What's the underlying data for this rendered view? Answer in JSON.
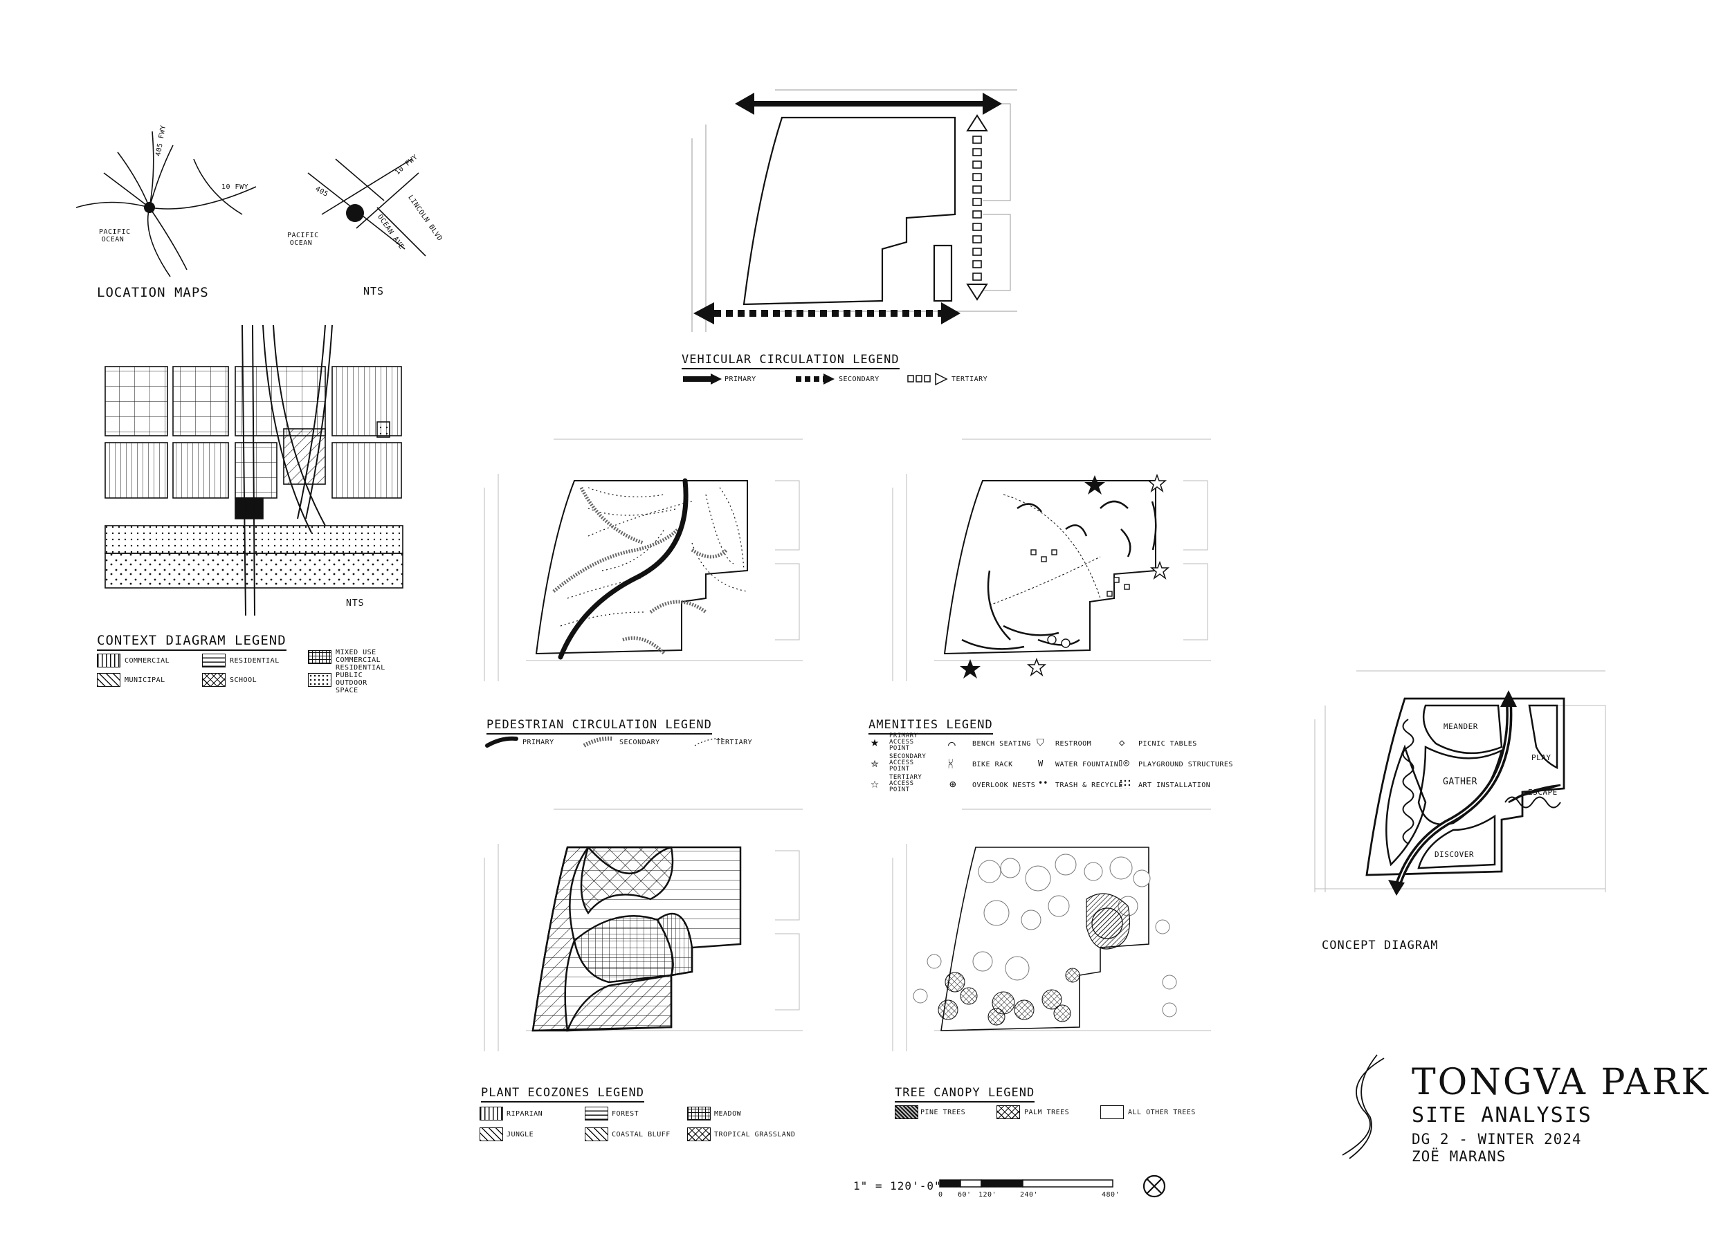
{
  "location": {
    "title": "LOCATION MAPS",
    "nts": "NTS",
    "map1": {
      "road_a": "405 FWY",
      "road_b": "10 FWY",
      "ocean": "PACIFIC OCEAN"
    },
    "map2": {
      "road_a": "10 FWY",
      "road_b": "405",
      "road_c": "LINCOLN BLVD",
      "road_d": "OCEAN AVE",
      "ocean": "PACIFIC OCEAN"
    }
  },
  "context": {
    "nts": "NTS",
    "legend_title": "CONTEXT DIAGRAM LEGEND",
    "items": [
      {
        "label": "COMMERCIAL",
        "pattern": "vert"
      },
      {
        "label": "RESIDENTIAL",
        "pattern": "horiz"
      },
      {
        "label": "MIXED USE COMMERCIAL RESIDENTIAL",
        "pattern": "mixed"
      },
      {
        "label": "MUNICIPAL",
        "pattern": "diag"
      },
      {
        "label": "SCHOOL",
        "pattern": "cross"
      },
      {
        "label": "PUBLIC OUTDOOR SPACE",
        "pattern": "dots"
      }
    ]
  },
  "vehicular": {
    "legend_title": "VEHICULAR CIRCULATION LEGEND",
    "items": [
      "PRIMARY",
      "SECONDARY",
      "TERTIARY"
    ]
  },
  "pedestrian": {
    "legend_title": "PEDESTRIAN CIRCULATION LEGEND",
    "items": [
      "PRIMARY",
      "SECONDARY",
      "TERTIARY"
    ]
  },
  "amenities": {
    "legend_title": "AMENITIES LEGEND",
    "items": [
      "PRIMARY ACCESS POINT",
      "SECONDARY ACCESS POINT",
      "TERTIARY ACCESS POINT",
      "BENCH SEATING",
      "BIKE RACK",
      "OVERLOOK NESTS",
      "RESTROOM",
      "WATER FOUNTAIN",
      "TRASH & RECYCLE",
      "PICNIC TABLES",
      "PLAYGROUND STRUCTURES",
      "ART INSTALLATION"
    ],
    "water_symbol": "W"
  },
  "plant": {
    "legend_title": "PLANT ECOZONES LEGEND",
    "items": [
      {
        "label": "RIPARIAN",
        "pattern": "vert"
      },
      {
        "label": "FOREST",
        "pattern": "horiz"
      },
      {
        "label": "MEADOW",
        "pattern": "mixed"
      },
      {
        "label": "JUNGLE",
        "pattern": "diag"
      },
      {
        "label": "COASTAL BLUFF",
        "pattern": "diag"
      },
      {
        "label": "TROPICAL GRASSLAND",
        "pattern": "cross"
      }
    ]
  },
  "canopy": {
    "legend_title": "TREE CANOPY LEGEND",
    "items": [
      {
        "label": "PINE TREES",
        "pattern": "dense"
      },
      {
        "label": "PALM TREES",
        "pattern": "cross"
      },
      {
        "label": "ALL OTHER TREES",
        "pattern": "none"
      }
    ]
  },
  "concept": {
    "title": "CONCEPT DIAGRAM",
    "zones": [
      "MEANDER",
      "PLAY",
      "GATHER",
      "ESCAPE",
      "DISCOVER"
    ]
  },
  "scale": {
    "text": "1\" = 120'-0\"",
    "ticks": [
      "0",
      "60'",
      "120'",
      "240'",
      "480'"
    ]
  },
  "title_block": {
    "name": "TONGVA PARK",
    "subtitle": "SITE ANALYSIS",
    "course": "DG 2 - WINTER 2024",
    "author": "ZOË MARANS"
  }
}
